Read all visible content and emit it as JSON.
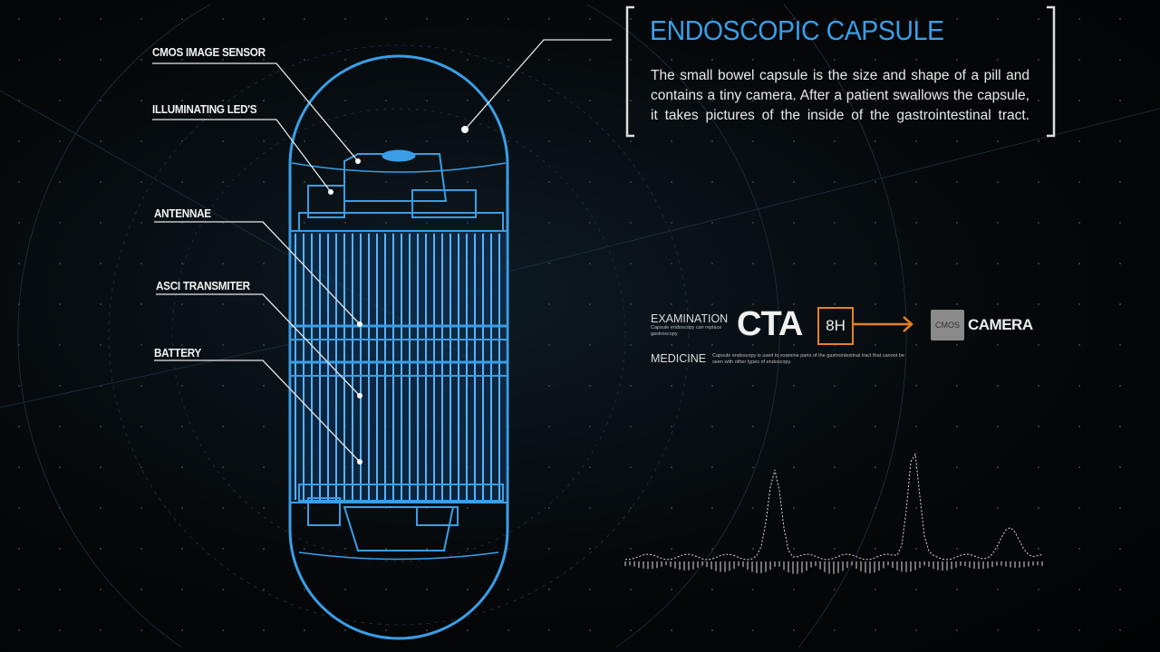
{
  "header": {
    "title": "ENDOSCOPIC CAPSULE",
    "description": "The small bowel capsule is the size and shape of a pill and contains a tiny camera. After a patient swallows the capsule, it takes pictures of the inside of the gastrointestinal tract."
  },
  "labels": [
    "CMOS IMAGE SENSOR",
    "ILLUMINATING LED'S",
    "ANTENNAE",
    "ASCI TRANSMITER",
    "BATTERY"
  ],
  "info": {
    "examination_label": "EXAMINATION",
    "examination_note": "Capsule endoscopy can replace gastroscopy",
    "cta": "CTA",
    "duration": "8H",
    "cmos": "CMOS",
    "camera": "CAMERA",
    "medicine_label": "MEDICINE",
    "medicine_note": "Capsule endoscopy is used to examine parts of the gastrointestinal tract that cannot be seen with other types of endoscopy."
  },
  "colors": {
    "accent": "#3a9ee6",
    "orange": "#e8821e"
  }
}
